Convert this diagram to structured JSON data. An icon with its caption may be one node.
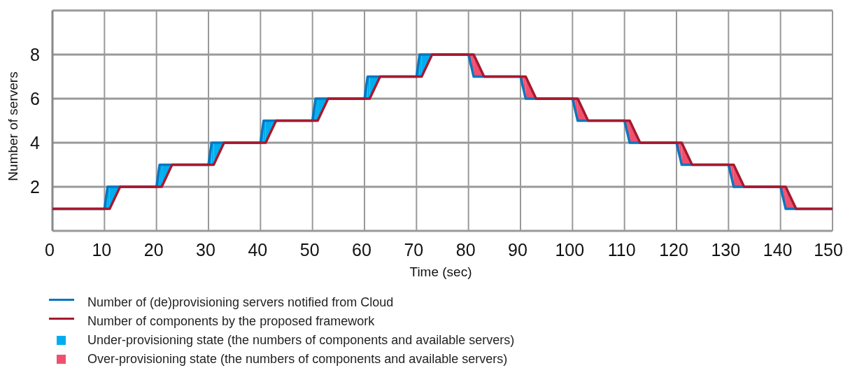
{
  "diagram": {
    "legend": [
      {
        "text": "Number of (de)provisioning servers notified from Cloud"
      },
      {
        "text": "Number of components by the proposed framework"
      },
      {
        "text": "Under-provisioning state (the numbers of components and available servers)",
        "color": "#00aeef"
      },
      {
        "text": "Over-provisioning state (the numbers of components and available servers)",
        "color": "#f0506e"
      }
    ],
    "chart_data": {
      "type": "line",
      "grid": true,
      "xlabel": "Time (sec)",
      "ylabel": "Number of servers",
      "xlim": [
        0,
        150
      ],
      "ylim": [
        0,
        10
      ],
      "xticks": [
        0,
        10,
        20,
        30,
        40,
        50,
        60,
        70,
        80,
        90,
        100,
        110,
        120,
        130,
        140,
        150
      ],
      "yticks": [
        2,
        4,
        6,
        8
      ],
      "x": [
        0,
        10,
        10.6,
        11,
        13,
        20,
        20.6,
        21,
        23,
        30,
        30.6,
        31,
        33,
        40,
        40.6,
        41,
        43,
        50,
        50.6,
        51,
        53,
        60,
        60.6,
        61,
        63,
        70,
        70.6,
        71,
        73,
        80,
        80.6,
        81,
        83,
        90,
        90.6,
        91,
        93,
        100,
        100.6,
        101,
        103,
        110,
        110.6,
        111,
        113,
        120,
        120.6,
        121,
        123,
        130,
        130.6,
        131,
        133,
        140,
        140.6,
        141,
        143,
        150
      ],
      "series": [
        {
          "color": "#0a76c0",
          "values": [
            1,
            1,
            2,
            2,
            2,
            2,
            3,
            3,
            3,
            3,
            4,
            4,
            4,
            4,
            5,
            5,
            5,
            5,
            6,
            6,
            6,
            6,
            7,
            7,
            7,
            7,
            8,
            8,
            8,
            8,
            7.4,
            7,
            7,
            7,
            6.4,
            6,
            6,
            6,
            5.4,
            5,
            5,
            5,
            4.4,
            4,
            4,
            4,
            3.4,
            3,
            3,
            3,
            2.4,
            2,
            2,
            2,
            1.4,
            1,
            1,
            1
          ]
        },
        {
          "color": "#a6192e",
          "values": [
            1,
            1,
            1,
            1,
            2,
            2,
            2,
            2,
            3,
            3,
            3,
            3,
            4,
            4,
            4,
            4,
            5,
            5,
            5,
            5,
            6,
            6,
            6,
            6,
            7,
            7,
            7,
            7,
            8,
            8,
            8,
            8,
            7,
            7,
            7,
            7,
            6,
            6,
            6,
            6,
            5,
            5,
            5,
            5,
            4,
            4,
            4,
            4,
            3,
            3,
            3,
            3,
            2,
            2,
            2,
            2,
            1,
            1
          ]
        }
      ]
    }
  }
}
